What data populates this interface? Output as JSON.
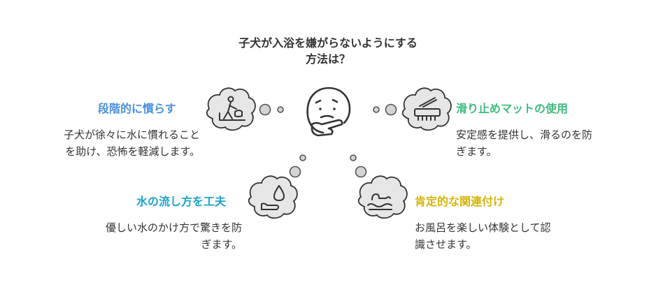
{
  "title": {
    "line1": "子犬が入浴を嫌がらないようにする",
    "line2": "方法は？"
  },
  "center_icon": "thinking-face-icon",
  "items": [
    {
      "heading": "段階的に慣らす",
      "desc_lines": [
        "子犬が徐々に水に慣れること",
        "を助け、恐怖を軽減します。"
      ],
      "icon": "person-bathing-dog-icon",
      "color": "#4a90d9"
    },
    {
      "heading": "滑り止めマットの使用",
      "desc_lines": [
        "安定感を提供し、滑るのを防",
        "ぎます。"
      ],
      "icon": "bath-mat-icon",
      "color": "#3dbb7c"
    },
    {
      "heading": "水の流し方を工夫",
      "desc_lines": [
        "優しい水のかけ方で驚きを防",
        "ぎます。"
      ],
      "icon": "water-drop-hand-icon",
      "color": "#1aa3c9"
    },
    {
      "heading": "肯定的な関連付け",
      "desc_lines": [
        "お風呂を楽しい体験として認",
        "識させます。"
      ],
      "icon": "dog-in-bath-icon",
      "color": "#d4b40a"
    }
  ]
}
